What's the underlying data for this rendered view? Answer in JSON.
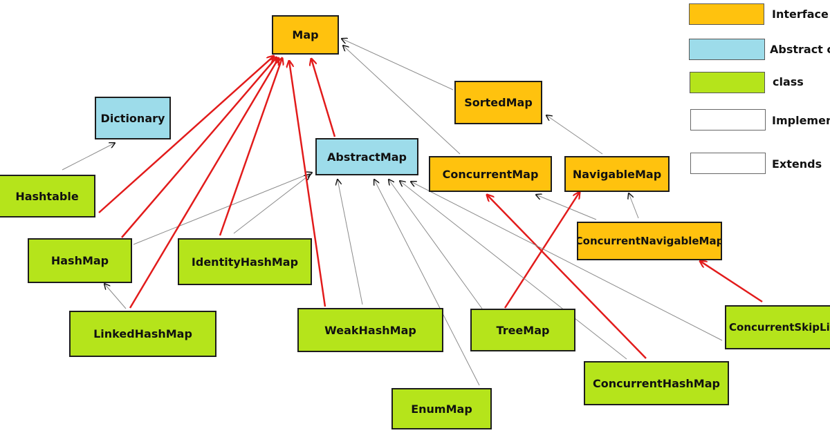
{
  "nodes": {
    "map": "Map",
    "dictionary": "Dictionary",
    "sortedmap": "SortedMap",
    "abstractmap": "AbstractMap",
    "concurrentmap": "ConcurrentMap",
    "navigablemap": "NavigableMap",
    "hashtable": "Hashtable",
    "hashmap": "HashMap",
    "identityhashmap": "IdentityHashMap",
    "concurrentnavigablemap": "ConcurrentNavigableMap",
    "linkedhashmap": "LinkedHashMap",
    "weakhashmap": "WeakHashMap",
    "treemap": "TreeMap",
    "concurrentskiplistmap": "ConcurrentSkipLis",
    "concurrenthashmap": "ConcurrentHashMap",
    "enummap": "EnumMap"
  },
  "legend": {
    "interface": "Interface",
    "abstract_class": "Abstract cl",
    "class": "class",
    "implements": "Implemen",
    "extends": "Extends"
  },
  "colors": {
    "interface": "#ffc20e",
    "abstract_class": "#9ddcea",
    "class": "#b5e41b",
    "implements_arrow": "#e21b1b",
    "extends_arrow": "#000000"
  },
  "edges": [
    {
      "from": "hashtable",
      "to": "map",
      "kind": "implements"
    },
    {
      "from": "hashtable",
      "to": "dictionary",
      "kind": "extends"
    },
    {
      "from": "hashmap",
      "to": "map",
      "kind": "implements"
    },
    {
      "from": "hashmap",
      "to": "abstractmap",
      "kind": "extends"
    },
    {
      "from": "identityhashmap",
      "to": "map",
      "kind": "implements"
    },
    {
      "from": "identityhashmap",
      "to": "abstractmap",
      "kind": "extends"
    },
    {
      "from": "linkedhashmap",
      "to": "map",
      "kind": "implements"
    },
    {
      "from": "linkedhashmap",
      "to": "hashmap",
      "kind": "extends"
    },
    {
      "from": "weakhashmap",
      "to": "map",
      "kind": "implements"
    },
    {
      "from": "weakhashmap",
      "to": "abstractmap",
      "kind": "extends"
    },
    {
      "from": "abstractmap",
      "to": "map",
      "kind": "implements"
    },
    {
      "from": "sortedmap",
      "to": "map",
      "kind": "extends"
    },
    {
      "from": "concurrentmap",
      "to": "map",
      "kind": "extends"
    },
    {
      "from": "navigablemap",
      "to": "sortedmap",
      "kind": "extends"
    },
    {
      "from": "concurrentnavigablemap",
      "to": "concurrentmap",
      "kind": "extends"
    },
    {
      "from": "concurrentnavigablemap",
      "to": "navigablemap",
      "kind": "extends"
    },
    {
      "from": "treemap",
      "to": "navigablemap",
      "kind": "implements"
    },
    {
      "from": "treemap",
      "to": "abstractmap",
      "kind": "extends"
    },
    {
      "from": "enummap",
      "to": "abstractmap",
      "kind": "extends"
    },
    {
      "from": "concurrenthashmap",
      "to": "concurrentmap",
      "kind": "implements"
    },
    {
      "from": "concurrenthashmap",
      "to": "abstractmap",
      "kind": "extends"
    },
    {
      "from": "concurrentskiplistmap",
      "to": "concurrentnavigablemap",
      "kind": "implements"
    },
    {
      "from": "concurrentskiplistmap",
      "to": "abstractmap",
      "kind": "extends"
    }
  ]
}
